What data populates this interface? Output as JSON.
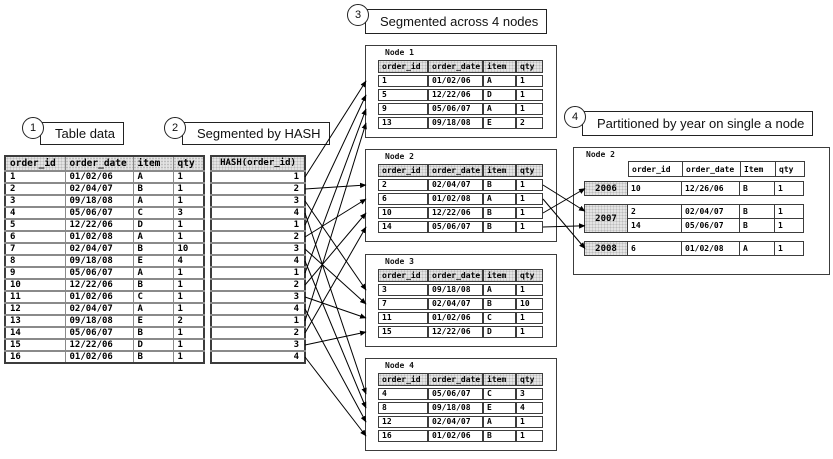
{
  "callouts": [
    {
      "number": "1",
      "label": "Table data"
    },
    {
      "number": "2",
      "label": "Segmented by HASH"
    },
    {
      "number": "3",
      "label": "Segmented across 4 nodes"
    },
    {
      "number": "4",
      "label": "Partitioned by year on single a node"
    }
  ],
  "main_table": {
    "headers": [
      "order_id",
      "order_date",
      "item",
      "qty"
    ],
    "rows": [
      [
        "1",
        "01/02/06",
        "A",
        "1"
      ],
      [
        "2",
        "02/04/07",
        "B",
        "1"
      ],
      [
        "3",
        "09/18/08",
        "A",
        "1"
      ],
      [
        "4",
        "05/06/07",
        "C",
        "3"
      ],
      [
        "5",
        "12/22/06",
        "D",
        "1"
      ],
      [
        "6",
        "01/02/08",
        "A",
        "1"
      ],
      [
        "7",
        "02/04/07",
        "B",
        "10"
      ],
      [
        "8",
        "09/18/08",
        "E",
        "4"
      ],
      [
        "9",
        "05/06/07",
        "A",
        "1"
      ],
      [
        "10",
        "12/22/06",
        "B",
        "1"
      ],
      [
        "11",
        "01/02/06",
        "C",
        "1"
      ],
      [
        "12",
        "02/04/07",
        "A",
        "1"
      ],
      [
        "13",
        "09/18/08",
        "E",
        "2"
      ],
      [
        "14",
        "05/06/07",
        "B",
        "1"
      ],
      [
        "15",
        "12/22/06",
        "D",
        "1"
      ],
      [
        "16",
        "01/02/06",
        "B",
        "1"
      ]
    ]
  },
  "hash_table": {
    "header": "HASH(order_id)",
    "values": [
      "1",
      "2",
      "3",
      "4",
      "1",
      "2",
      "3",
      "4",
      "1",
      "2",
      "3",
      "4",
      "1",
      "2",
      "3",
      "4"
    ]
  },
  "nodes": [
    {
      "title": "Node 1",
      "headers": [
        "order_id",
        "order_date",
        "item",
        "qty"
      ],
      "rows": [
        [
          "1",
          "01/02/06",
          "A",
          "1"
        ],
        [
          "5",
          "12/22/06",
          "D",
          "1"
        ],
        [
          "9",
          "05/06/07",
          "A",
          "1"
        ],
        [
          "13",
          "09/18/08",
          "E",
          "2"
        ]
      ]
    },
    {
      "title": "Node 2",
      "headers": [
        "order_id",
        "order_date",
        "item",
        "qty"
      ],
      "rows": [
        [
          "2",
          "02/04/07",
          "B",
          "1"
        ],
        [
          "6",
          "01/02/08",
          "A",
          "1"
        ],
        [
          "10",
          "12/22/06",
          "B",
          "1"
        ],
        [
          "14",
          "05/06/07",
          "B",
          "1"
        ]
      ]
    },
    {
      "title": "Node 3",
      "headers": [
        "order_id",
        "order_date",
        "item",
        "qty"
      ],
      "rows": [
        [
          "3",
          "09/18/08",
          "A",
          "1"
        ],
        [
          "7",
          "02/04/07",
          "B",
          "10"
        ],
        [
          "11",
          "01/02/06",
          "C",
          "1"
        ],
        [
          "15",
          "12/22/06",
          "D",
          "1"
        ]
      ]
    },
    {
      "title": "Node 4",
      "headers": [
        "order_id",
        "order_date",
        "item",
        "qty"
      ],
      "rows": [
        [
          "4",
          "05/06/07",
          "C",
          "3"
        ],
        [
          "8",
          "09/18/08",
          "E",
          "4"
        ],
        [
          "12",
          "02/04/07",
          "A",
          "1"
        ],
        [
          "16",
          "01/02/06",
          "B",
          "1"
        ]
      ]
    }
  ],
  "partitioned": {
    "title": "Node 2",
    "headers": [
      "order_id",
      "order_date",
      "Item",
      "qty"
    ],
    "partitions": [
      {
        "year": "2006",
        "rows": [
          [
            "10",
            "12/26/06",
            "B",
            "1"
          ]
        ]
      },
      {
        "year": "2007",
        "rows": [
          [
            "2",
            "02/04/07",
            "B",
            "1"
          ],
          [
            "14",
            "05/06/07",
            "B",
            "1"
          ]
        ]
      },
      {
        "year": "2008",
        "rows": [
          [
            "6",
            "01/02/08",
            "A",
            "1"
          ]
        ]
      }
    ]
  },
  "colors": {
    "background": "#ffffff",
    "header_bg": "#e4e4e4",
    "header_dot": "#bcbcbc",
    "border_dark": "#3c3c3c",
    "border_mid": "#8a8a8a",
    "arrow": "#000000"
  }
}
